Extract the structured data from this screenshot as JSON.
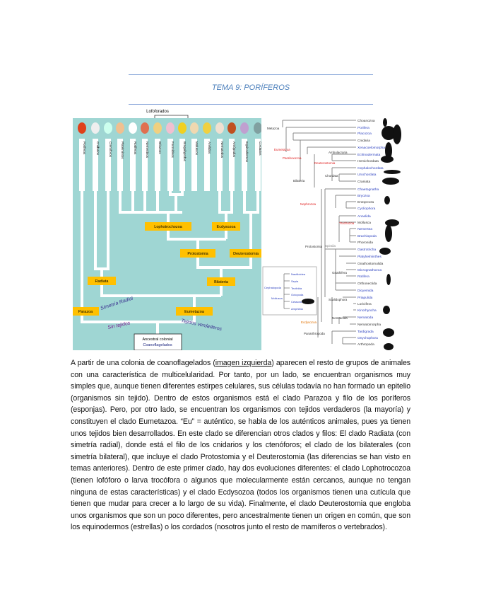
{
  "header": {
    "title": "TEMA 9: PORÍFEROS"
  },
  "figure_left": {
    "top_label": "Lofoforados",
    "columns": [
      "Poríferos",
      "Cnidarios",
      "Ctenóforos",
      "Platelmintos",
      "Rotíferos",
      "Nemertinos",
      "Briozoos",
      "Foronídeos",
      "Braquiópodos",
      "Moluscos",
      "Anélidos",
      "Nematodos",
      "Artrópodos",
      "Equinodermos",
      "Cordados"
    ],
    "boxes": {
      "lophotrochozoa": "Lophotrochozoa",
      "ecdysozoa": "Ecdysozoa",
      "protostomia": "Protostomia",
      "deuterostomia": "Deuterostomia",
      "radiata": "Radiata",
      "bilateria": "Bilateria",
      "parazoa": "Parazoa",
      "eumetazoa": "Eumetazoa"
    },
    "annotations": {
      "radial": "Simetría Radial",
      "sin_tejidos": "Sin tejidos",
      "tejidos": "Tejidos verdaderos"
    },
    "ancestor": {
      "line1": "Ancestral colonial",
      "line2": "Coanoflagelados"
    },
    "colors": {
      "background": "#9fd6d3",
      "box": "#ffc000",
      "annotation": "#3a2f8f"
    }
  },
  "figure_right": {
    "leaves": [
      "Choanozoa",
      "Porifera",
      "Placozoa",
      "Cnidaria",
      "Xenacoelomorpha",
      "Echinodermata",
      "Hemichordata",
      "Cephalochordata",
      "Urochordata",
      "Craniata",
      "Chaetognatha",
      "Bryozoa",
      "Entoprocta",
      "Cycliophora",
      "Annelida",
      "Mollusca",
      "Nemertea",
      "Brachiopoda",
      "Phoronida",
      "Gastrotricha",
      "Platyhelminthes",
      "Gnathostomulida",
      "Micrognathozoa",
      "Rotifera",
      "Orthonectida",
      "Dicyemida",
      "Priapulida",
      "Loricifera",
      "Kinorhyncha",
      "Nematoda",
      "Nematomorpha",
      "Tardigrada",
      "Onychophora",
      "Arthropoda"
    ],
    "nodes": {
      "metazoa": "Metazoa",
      "eumetazoa": "Eumetazoa",
      "parahoxozoa": "Parahoxozoa",
      "bilateria": "Bilateria",
      "deuterostomia": "Deuterostomia",
      "ambulacraria": "Ambulacraria",
      "chordata": "Chordata",
      "nephrozoa": "Nephrozoa",
      "protostomia": "Protostomia",
      "spiralia": "Spiralia",
      "trochozoa": "Trochozoa",
      "gnathifera": "Gnathifera",
      "ecdysozoa": "Ecdysozoa",
      "scalidophora": "Scalidophora",
      "nematoida": "Nematoida",
      "panarthropoda": "Panarthropoda"
    },
    "inset": {
      "leaves": [
        "Nautiloidea",
        "Sepia",
        "Teuthida",
        "Octopoda",
        "Cetacea",
        "Amphibia"
      ],
      "nodes": [
        "Cephalopoda",
        "Mollusca"
      ]
    },
    "colors": {
      "red_node": "#e02020",
      "blue_label": "#2a3fbf"
    }
  },
  "body": {
    "p_start": "A partir de una colonia de coanoflagelados (",
    "p_link": "imagen izquierda",
    "p_rest": ") aparecen el resto de grupos de animales con una característica de multicelularidad. Por tanto, por un lado, se encuentran organismos muy simples que, aunque tienen diferentes estirpes celulares, sus células todavía no han formado un epitelio (organismos sin tejido). Dentro de estos organismos está el clado Parazoa y filo de los poríferos (esponjas). Pero, por otro lado, se encuentran los organismos con tejidos verdaderos (la mayoría) y constituyen el clado Eumetazoa. “Eu” = auténtico, se habla de los auténticos animales, pues ya tienen unos tejidos bien desarrollados. En este clado se diferencian otros clados y filos: El clado Radiata (con simetría radial), donde está el filo de los cnidarios y los ctenóforos; el clado de los bilaterales (con simetría bilateral), que incluye el clado Protostomia y el Deuterostomia (las diferencias se han visto en temas anteriores). Dentro de este primer clado, hay dos evoluciones diferentes: el clado Lophotrocozoa (tienen lofóforo o larva trocófora o algunos que molecularmente están cercanos, aunque no tengan ninguna de estas características) y el clado Ecdysozoa (todos los organismos tienen una cutícula que tienen que mudar para crecer a lo largo de su vida). Finalmente, el clado Deuterostomia que engloba unos organismos que son un poco diferentes, pero ancestralmente tienen un origen en común, que son los equinodermos (estrellas) o los cordados (nosotros junto el resto de mamíferos o vertebrados)."
  }
}
